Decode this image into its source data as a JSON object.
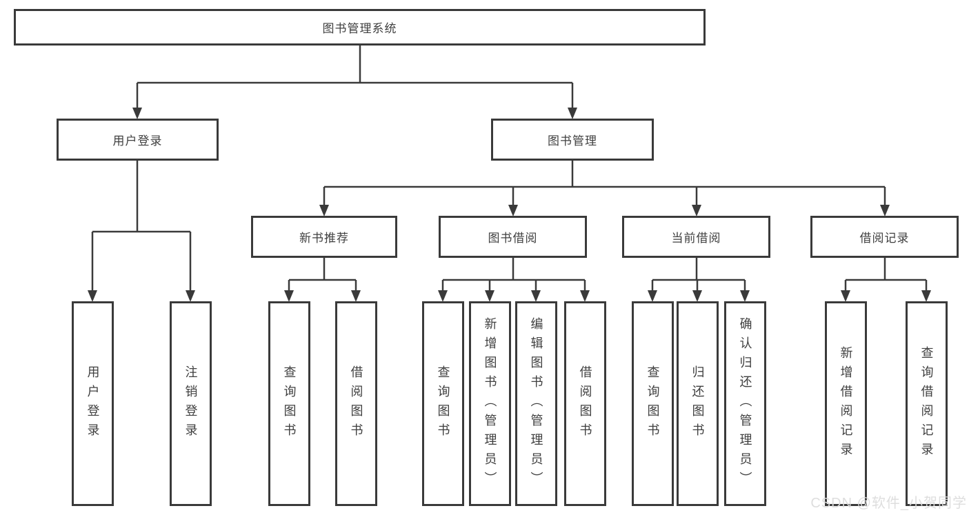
{
  "diagram": {
    "root": "图书管理系统",
    "branches": [
      {
        "label": "用户登录",
        "leaves": [
          "用户登录",
          "注销登录"
        ]
      },
      {
        "label": "图书管理",
        "children": [
          {
            "label": "新书推荐",
            "leaves": [
              "查询图书",
              "借阅图书"
            ]
          },
          {
            "label": "图书借阅",
            "leaves": [
              "查询图书",
              "新增图书（管理员）",
              "编辑图书（管理员）",
              "借阅图书"
            ]
          },
          {
            "label": "当前借阅",
            "leaves": [
              "查询图书",
              "归还图书",
              "确认归还（管理员）"
            ]
          },
          {
            "label": "借阅记录",
            "leaves": [
              "新增借阅记录",
              "查询借阅记录"
            ]
          }
        ]
      }
    ]
  },
  "watermark": "CSDN @软件_小贺同学",
  "colors": {
    "line": "#3a3a3a",
    "text": "#3f3f3f",
    "background": "#ffffff",
    "watermark": "#dcdcdc"
  }
}
